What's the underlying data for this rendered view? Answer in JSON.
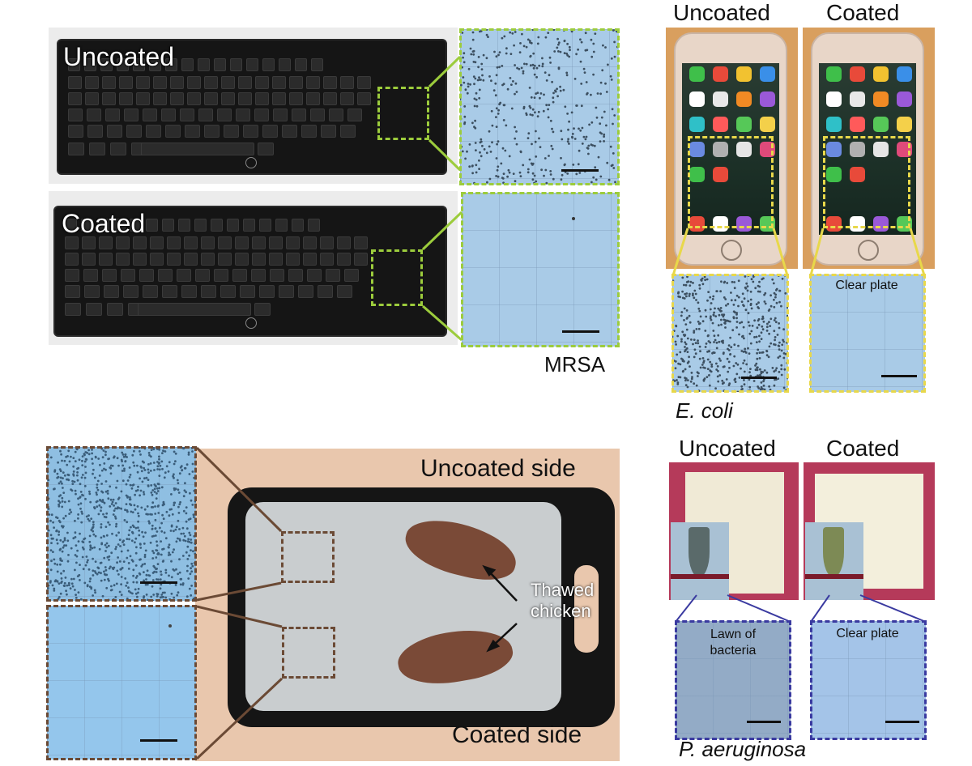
{
  "keyboard_panel": {
    "uncoated_label": "Uncoated",
    "coated_label": "Coated",
    "organism": "MRSA",
    "brand_icon": "hp-logo-icon"
  },
  "phone_panel": {
    "uncoated_label": "Uncoated",
    "coated_label": "Coated",
    "coated_plate_text": "Clear plate",
    "organism": "E. coli"
  },
  "board_panel": {
    "uncoated_side": "Uncoated side",
    "coated_side": "Coated side",
    "chicken_label_line1": "Thawed",
    "chicken_label_line2": "chicken"
  },
  "towel_panel": {
    "uncoated_label": "Uncoated",
    "coated_label": "Coated",
    "uncoated_plate_line1": "Lawn of",
    "uncoated_plate_line2": "bacteria",
    "coated_plate_text": "Clear plate",
    "organism": "P. aeruginosa"
  },
  "colors": {
    "keyboard_highlight": "#9ccc3c",
    "phone_highlight": "#e8d84a",
    "board_highlight": "#6b4a35",
    "towel_highlight": "#3a3aa0",
    "plate_blue": "#a9cbe7"
  }
}
